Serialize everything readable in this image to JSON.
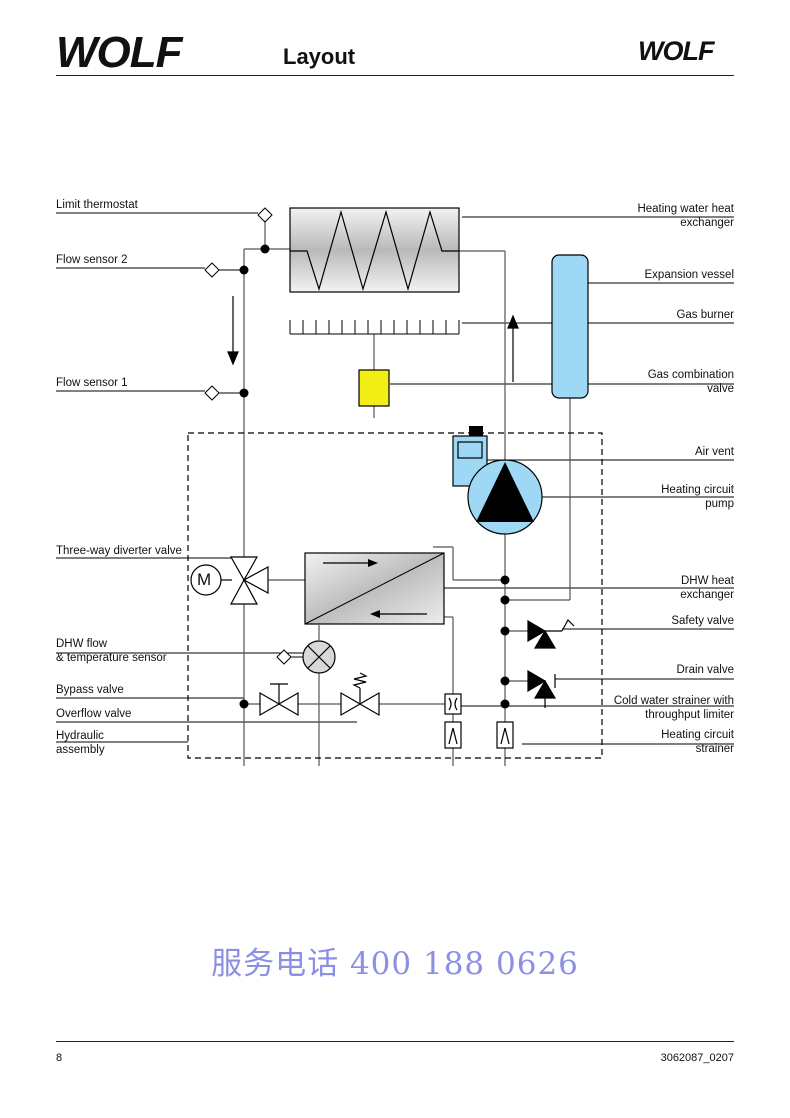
{
  "header": {
    "logo_text": "WOLF",
    "title": "Layout"
  },
  "labels_left": {
    "limit_thermostat": "Limit thermostat",
    "flow_sensor_2": "Flow sensor 2",
    "flow_sensor_1": "Flow sensor 1",
    "three_way_diverter_valve": "Three-way diverter valve",
    "dhw_flow_line1": "DHW flow",
    "dhw_flow_line2": "& temperature sensor",
    "bypass_valve": "Bypass valve",
    "overflow_valve": "Overflow valve",
    "hydraulic_line1": "Hydraulic",
    "hydraulic_line2": "assembly"
  },
  "labels_right": {
    "heating_hx_line1": "Heating water heat",
    "heating_hx_line2": "exchanger",
    "expansion_vessel": "Expansion vessel",
    "gas_burner": "Gas burner",
    "gas_valve_line1": "Gas combination",
    "gas_valve_line2": "valve",
    "air_vent": "Air vent",
    "pump_line1": "Heating circuit",
    "pump_line2": "pump",
    "dhw_hx_line1": "DHW heat",
    "dhw_hx_line2": "exchanger",
    "safety_valve": "Safety valve",
    "drain_valve": "Drain valve",
    "cold_strainer_line1": "Cold water strainer with",
    "cold_strainer_line2": "throughput limiter",
    "heating_strainer_line1": "Heating circuit",
    "heating_strainer_line2": "strainer"
  },
  "motor_symbol": "M",
  "watermark_phone": "服务电话 400 188 0626",
  "footer": {
    "page_number": "8",
    "document_number": "3062087_0207"
  },
  "colors": {
    "gas_valve": "#f2ee16",
    "expansion_vessel": "#9fd8f5",
    "pump": "#9fd8f5",
    "air_vent": "#9fd8f5",
    "watermark": "#8b8fe6"
  }
}
